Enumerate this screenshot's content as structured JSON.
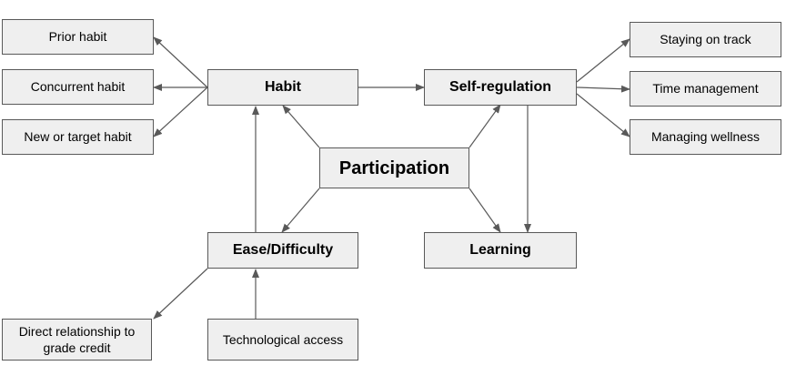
{
  "nodes": {
    "prior_habit": "Prior habit",
    "concurrent_habit": "Concurrent habit",
    "new_target_habit": "New or target habit",
    "habit": "Habit",
    "self_regulation": "Self-regulation",
    "staying_on_track": "Staying on track",
    "time_management": "Time management",
    "managing_wellness": "Managing wellness",
    "participation": "Participation",
    "ease_difficulty": "Ease/Difficulty",
    "learning": "Learning",
    "direct_relationship": "Direct relationship to grade credit",
    "technological_access": "Technological access"
  },
  "colors": {
    "box_fill": "#efefef",
    "box_border": "#595959",
    "arrow": "#595959"
  }
}
